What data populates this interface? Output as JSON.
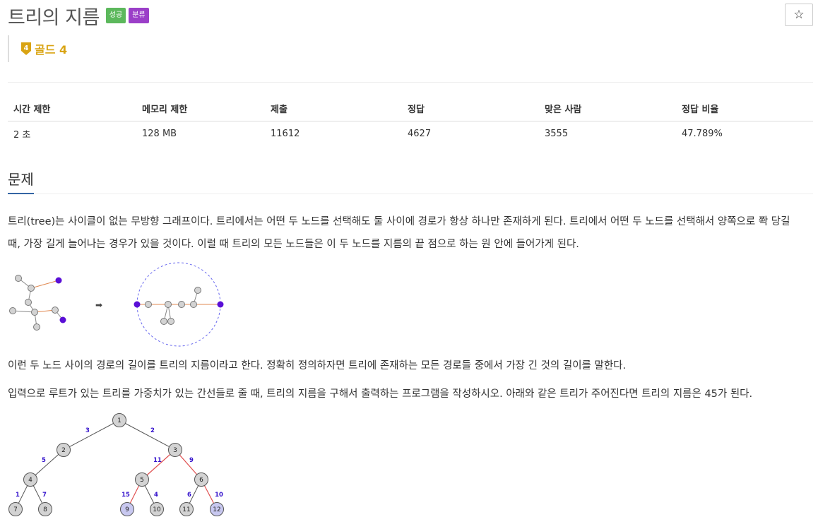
{
  "problem": {
    "title": "트리의 지름",
    "badges": {
      "success": "성공",
      "classify": "분류"
    },
    "star_label": "☆",
    "tier": {
      "number": "4",
      "label": "골드 4",
      "color": "#d9a414"
    }
  },
  "info_table": {
    "headers": [
      "시간 제한",
      "메모리 제한",
      "제출",
      "정답",
      "맞은 사람",
      "정답 비율"
    ],
    "values": [
      "2 초",
      "128 MB",
      "11612",
      "4627",
      "3555",
      "47.789%"
    ]
  },
  "section": {
    "title": "문제"
  },
  "paragraphs": {
    "p1_line1": "트리(tree)는 사이클이 없는 무방향 그래프이다. 트리에서는 어떤 두 노드를 선택해도 둘 사이에 경로가 항상 하나만 존재하게 된다. 트리에서 어떤 두 노드를 선택해서 양쪽으로 쫙 당길",
    "p1_line2": "때, 가장 길게 늘어나는 경우가 있을 것이다. 이럴 때 트리의 모든 노드들은 이 두 노드를 지름의 끝 점으로 하는 원 안에 들어가게 된다.",
    "p2": "이런 두 노드 사이의 경로의 길이를 트리의 지름이라고 한다. 정확히 정의하자면 트리에 존재하는 모든 경로들 중에서 가장 긴 것의 길이를 말한다.",
    "p3": "입력으로 루트가 있는 트리를 가중치가 있는 간선들로 줄 때, 트리의 지름을 구해서 출력하는 프로그램을 작성하시오. 아래와 같은 트리가 주어진다면 트리의 지름은 45가 된다."
  },
  "figure1": {
    "arrow": "➡"
  },
  "figure2": {
    "nodes": [
      "1",
      "2",
      "3",
      "4",
      "5",
      "6",
      "7",
      "8",
      "9",
      "10",
      "11",
      "12"
    ],
    "weights": [
      "3",
      "2",
      "5",
      "11",
      "9",
      "1",
      "7",
      "15",
      "4",
      "6",
      "10"
    ]
  },
  "colors": {
    "node_fill": "#d3d3d3",
    "highlight_fill": "#c8c8f0",
    "highlight_edge": "#e05050",
    "weight_text": "#3311cc",
    "endpoint": "#5a0fd6",
    "path_edge": "#e08850"
  }
}
